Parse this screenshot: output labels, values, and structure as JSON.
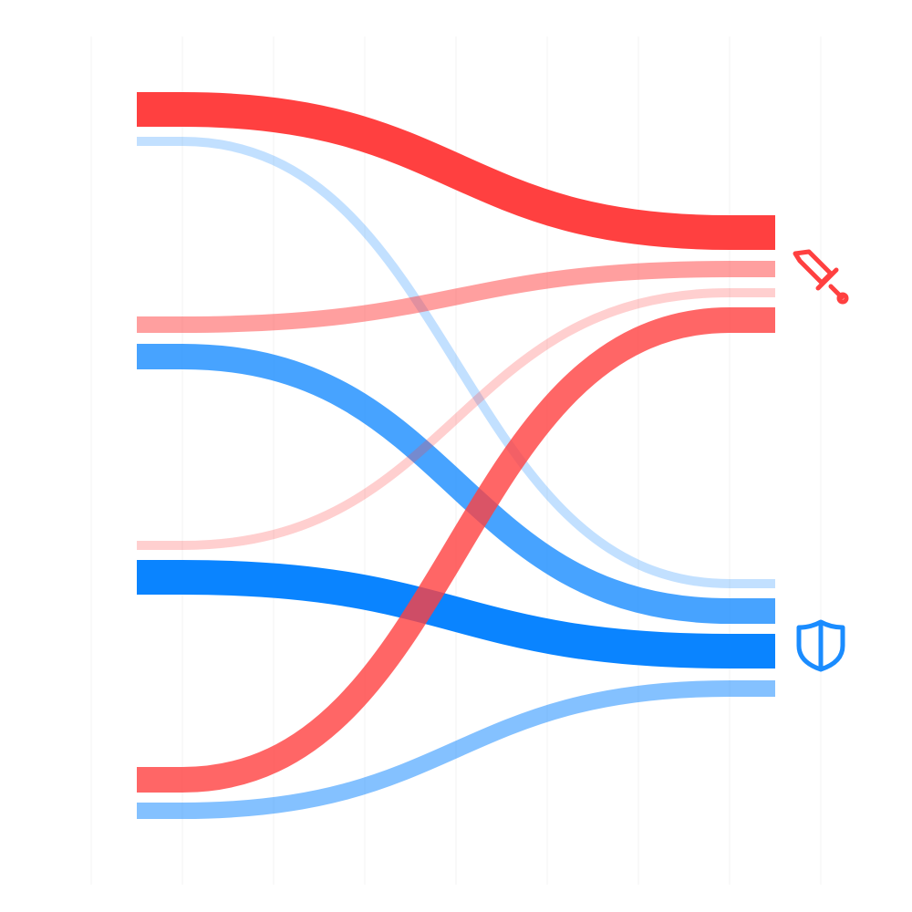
{
  "diagram": {
    "type": "flow",
    "icons": {
      "top_right": {
        "name": "sword-icon",
        "color": "#ff4040"
      },
      "bottom_right": {
        "name": "shield-icon",
        "color": "#1a8cff"
      }
    },
    "colors": {
      "red": "#ff4040",
      "blue": "#0a84ff"
    },
    "flows": [
      {
        "id": "red-a",
        "color": "#ff4040",
        "opacity": 1.0
      },
      {
        "id": "blue-a",
        "color": "#0a84ff",
        "opacity": 0.25
      },
      {
        "id": "red-b",
        "color": "#ff4040",
        "opacity": 0.5
      },
      {
        "id": "blue-b",
        "color": "#0a84ff",
        "opacity": 0.75
      },
      {
        "id": "red-c",
        "color": "#ff4040",
        "opacity": 0.25
      },
      {
        "id": "blue-c",
        "color": "#0a84ff",
        "opacity": 1.0
      },
      {
        "id": "red-d",
        "color": "#ff4040",
        "opacity": 0.8
      },
      {
        "id": "blue-d",
        "color": "#0a84ff",
        "opacity": 0.5
      }
    ]
  }
}
